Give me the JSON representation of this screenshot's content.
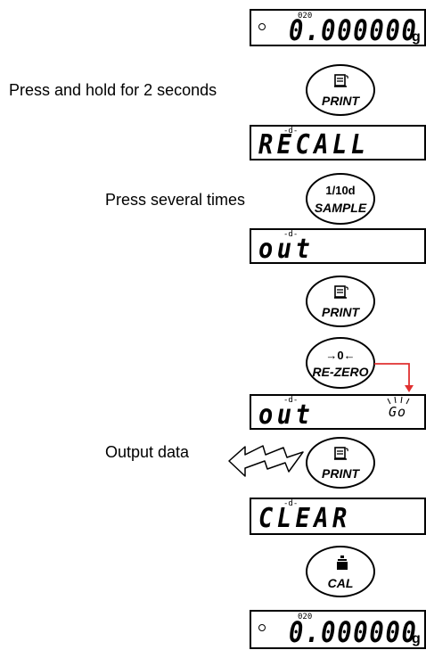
{
  "steps": {
    "display_weight_top": {
      "sub_label": "020",
      "reading": "0.000000",
      "unit": "g"
    },
    "instruction_hold": "Press and hold for 2 seconds",
    "button_print_1": {
      "label": "PRINT",
      "icon": "printer-icon"
    },
    "display_recall": {
      "sub_label": "-d-",
      "text": "RECALL"
    },
    "instruction_press_several": "Press several times",
    "button_sample": {
      "top_label": "1/10d",
      "label": "SAMPLE"
    },
    "display_out_1": {
      "sub_label": "-d-",
      "text": "out"
    },
    "button_print_2": {
      "label": "PRINT",
      "icon": "printer-icon"
    },
    "button_rezero": {
      "top_label": "→0←",
      "label": "RE-ZERO"
    },
    "display_out_2": {
      "sub_label": "-d-",
      "text": "out",
      "indicator": "Go"
    },
    "instruction_output": "Output data",
    "button_print_3": {
      "label": "PRINT",
      "icon": "printer-icon"
    },
    "display_clear": {
      "sub_label": "-d-",
      "text": "CLEAR"
    },
    "button_cal": {
      "label": "CAL",
      "icon": "calibration-weight-icon"
    },
    "display_weight_bottom": {
      "sub_label": "020",
      "reading": "0.000000",
      "unit": "g"
    }
  },
  "colors": {
    "arrow": "#e03030",
    "outline": "#000000"
  }
}
